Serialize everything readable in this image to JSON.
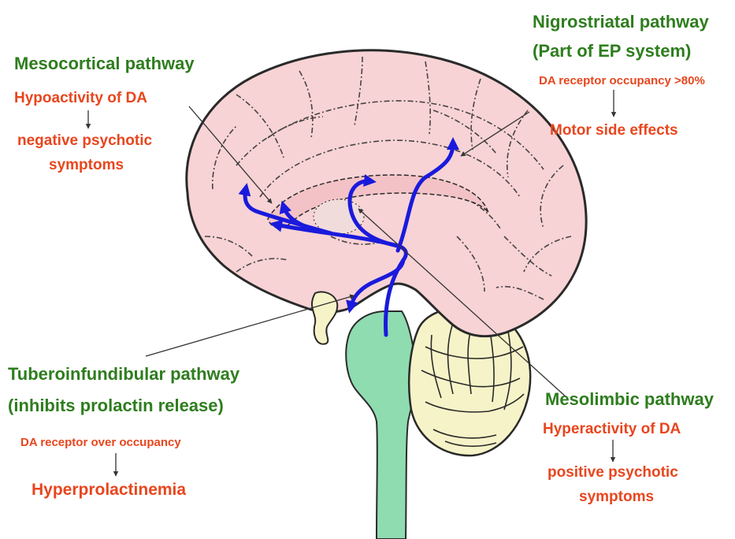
{
  "mesocortical": {
    "title": "Mesocortical pathway",
    "line1": "Hypoactivity of DA",
    "line2": "negative psychotic",
    "line3": "symptoms"
  },
  "nigrostriatal": {
    "title1": "Nigrostriatal pathway",
    "title2": "(Part of EP system)",
    "line1": "DA receptor occupancy >80%",
    "line2": "Motor side effects"
  },
  "tuberoinfundibular": {
    "title1": "Tuberoinfundibular pathway",
    "title2": "(inhibits prolactin release)",
    "line1": "DA receptor over occupancy",
    "line2": "Hyperprolactinemia"
  },
  "mesolimbic": {
    "title": "Mesolimbic pathway",
    "line1": "Hyperactivity of DA",
    "line2": "positive psychotic",
    "line3": "symptoms"
  },
  "colors": {
    "brain": "#f7d3d5",
    "brain_outline": "#2a2a2a",
    "brainstem": "#8fdcb0",
    "cerebellum": "#f6f3c8",
    "pathway": "#1a1adc",
    "title_green": "#2e7d1e",
    "text_red": "#e8461e"
  }
}
